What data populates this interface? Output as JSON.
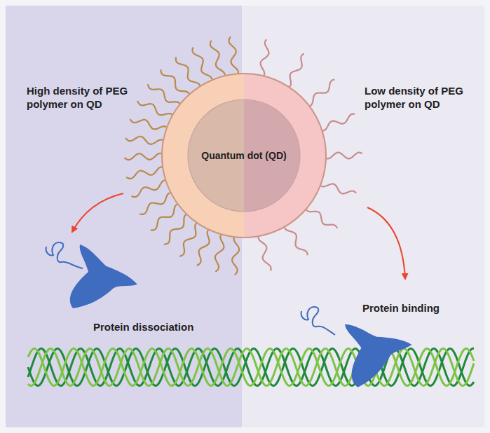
{
  "diagram": {
    "nodes": [
      {
        "text": [
          "Quantum dot (QD)"
        ]
      }
    ],
    "labels": [
      "High density of PEG polymer on QD",
      "Low density of PEG polymer on QD",
      "Protein dissociation",
      "Protein binding"
    ]
  }
}
